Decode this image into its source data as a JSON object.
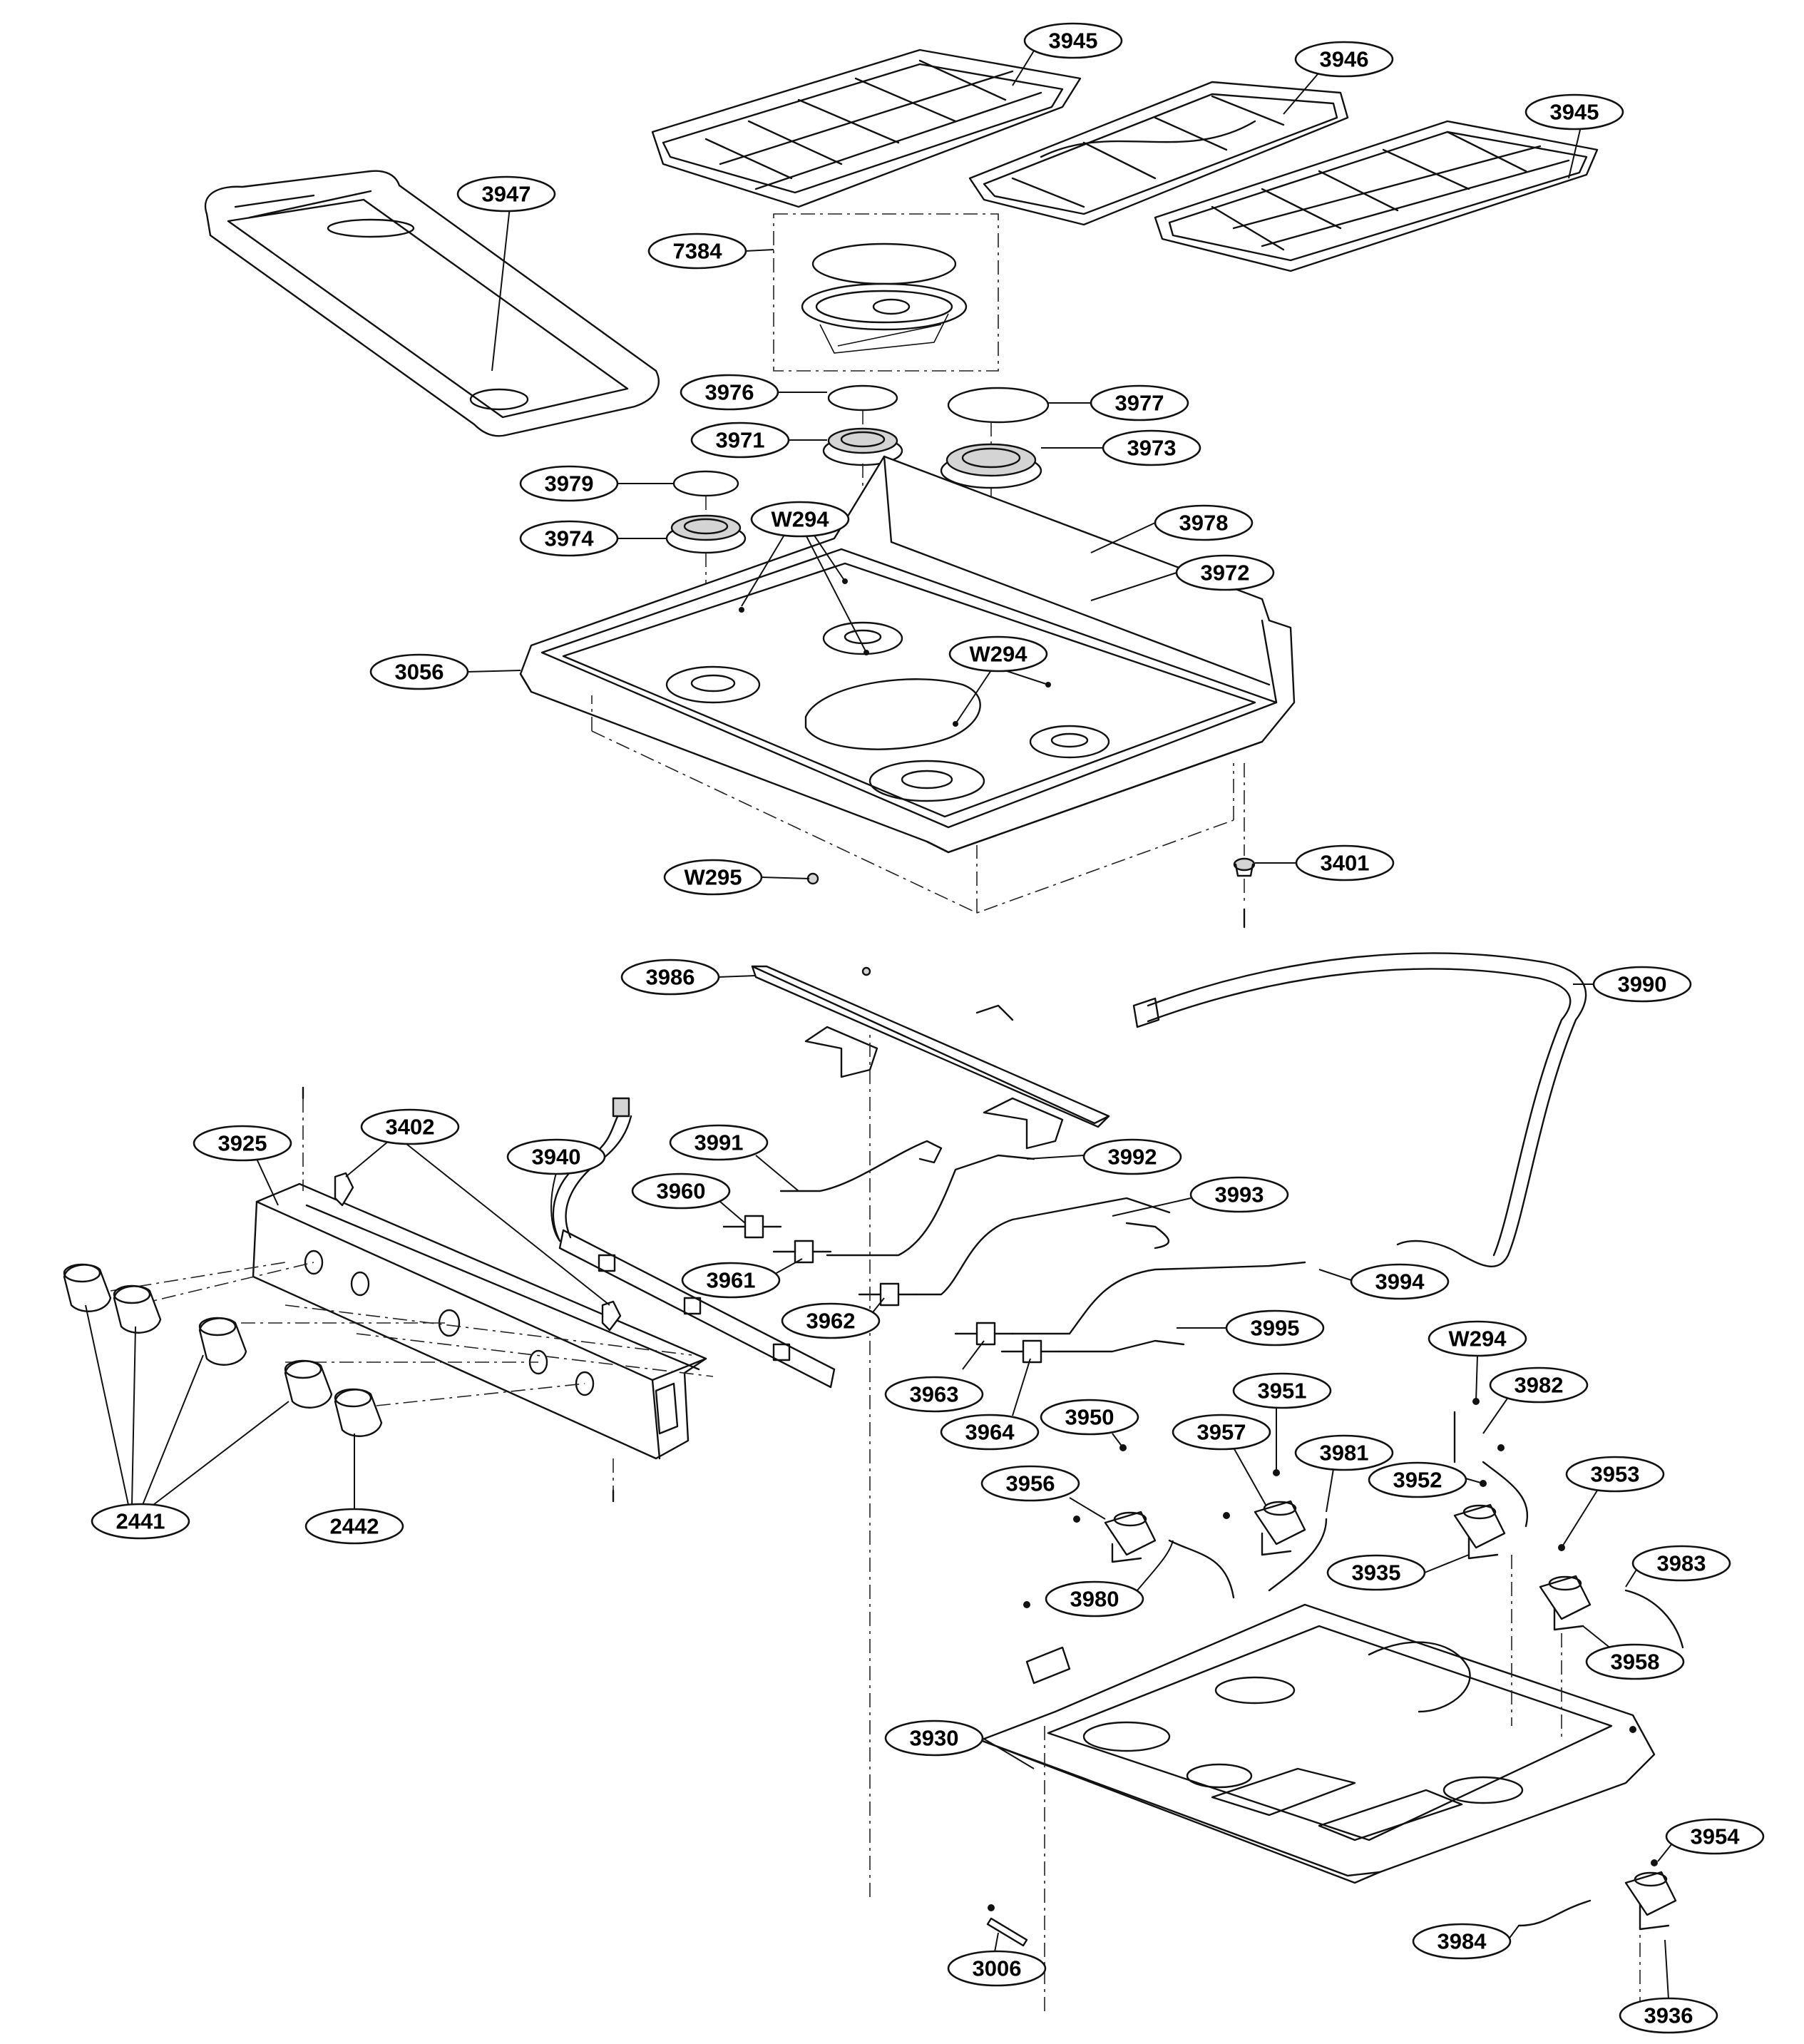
{
  "diagram": {
    "callouts": [
      {
        "id": "c3945a",
        "label": "3945",
        "to": [
          1420,
          120
        ]
      },
      {
        "id": "c3946",
        "label": "3946",
        "to": [
          1800,
          160
        ]
      },
      {
        "id": "c3945b",
        "label": "3945",
        "to": [
          2200,
          250
        ]
      },
      {
        "id": "c3947",
        "label": "3947",
        "to": [
          690,
          520
        ]
      },
      {
        "id": "c7384",
        "label": "7384",
        "to": [
          1085,
          350
        ]
      },
      {
        "id": "c3976",
        "label": "3976",
        "to": [
          1150,
          550
        ]
      },
      {
        "id": "c3977",
        "label": "3977",
        "to": [
          1450,
          565
        ]
      },
      {
        "id": "c3971",
        "label": "3971",
        "to": [
          1150,
          615
        ]
      },
      {
        "id": "c3973",
        "label": "3973",
        "to": [
          1470,
          628
        ]
      },
      {
        "id": "c3979",
        "label": "3979",
        "to": [
          950,
          678
        ]
      },
      {
        "id": "c3974",
        "label": "3974",
        "to": [
          940,
          755
        ]
      },
      {
        "id": "c3978",
        "label": "3978",
        "to": [
          1530,
          775
        ]
      },
      {
        "id": "c3972",
        "label": "3972",
        "to": [
          1530,
          842
        ]
      },
      {
        "id": "cW294a",
        "label": "W294",
        "to": [
          1040,
          850
        ]
      },
      {
        "id": "c3056",
        "label": "3056",
        "to": [
          730,
          940
        ]
      },
      {
        "id": "cW294b",
        "label": "W294",
        "to": [
          1470,
          950
        ]
      },
      {
        "id": "c3401",
        "label": "3401",
        "to": [
          1760,
          1208
        ]
      },
      {
        "id": "cW295",
        "label": "W295",
        "to": [
          1135,
          1230
        ]
      },
      {
        "id": "c3986",
        "label": "3986",
        "to": [
          1060,
          1368
        ]
      },
      {
        "id": "c3990",
        "label": "3990",
        "to": [
          2180,
          1378
        ]
      },
      {
        "id": "c3925",
        "label": "3925",
        "to": [
          390,
          1690
        ]
      },
      {
        "id": "c3402",
        "label": "3402",
        "to": [
          480,
          1660
        ]
      },
      {
        "id": "c3940",
        "label": "3940",
        "to": [
          780,
          1690
        ]
      },
      {
        "id": "c3991",
        "label": "3991",
        "to": [
          1120,
          1670
        ]
      },
      {
        "id": "c3992",
        "label": "3992",
        "to": [
          1440,
          1625
        ]
      },
      {
        "id": "c3960",
        "label": "3960",
        "to": [
          1040,
          1720
        ]
      },
      {
        "id": "c3993",
        "label": "3993",
        "to": [
          1560,
          1705
        ]
      },
      {
        "id": "c3961",
        "label": "3961",
        "to": [
          1110,
          1760
        ]
      },
      {
        "id": "c3994",
        "label": "3994",
        "to": [
          1850,
          1770
        ]
      },
      {
        "id": "c3962",
        "label": "3962",
        "to": [
          1235,
          1820
        ]
      },
      {
        "id": "c3995",
        "label": "3995",
        "to": [
          1650,
          1855
        ]
      },
      {
        "id": "cW294c",
        "label": "W294",
        "to": [
          2070,
          1965
        ]
      },
      {
        "id": "c3963",
        "label": "3963",
        "to": [
          1375,
          1875
        ]
      },
      {
        "id": "c3982",
        "label": "3982",
        "to": [
          2080,
          2010
        ]
      },
      {
        "id": "c3951",
        "label": "3951",
        "to": [
          1790,
          2065
        ]
      },
      {
        "id": "c3950",
        "label": "3950",
        "to": [
          1575,
          2030
        ]
      },
      {
        "id": "c3964",
        "label": "3964",
        "to": [
          1440,
          1895
        ]
      },
      {
        "id": "c3957",
        "label": "3957",
        "to": [
          1760,
          2090
        ]
      },
      {
        "id": "c3981",
        "label": "3981",
        "to": [
          1855,
          2120
        ]
      },
      {
        "id": "c3956",
        "label": "3956",
        "to": [
          1555,
          2100
        ]
      },
      {
        "id": "c3952",
        "label": "3952",
        "to": [
          2075,
          2080
        ]
      },
      {
        "id": "c3953",
        "label": "3953",
        "to": [
          2200,
          2170
        ]
      },
      {
        "id": "c3935",
        "label": "3935",
        "to": [
          2060,
          2180
        ]
      },
      {
        "id": "c3983",
        "label": "3983",
        "to": [
          2280,
          2225
        ]
      },
      {
        "id": "c3980",
        "label": "3980",
        "to": [
          1640,
          2160
        ]
      },
      {
        "id": "c3958",
        "label": "3958",
        "to": [
          2200,
          2270
        ]
      },
      {
        "id": "c3930",
        "label": "3930",
        "to": [
          1450,
          2480
        ]
      },
      {
        "id": "c2441",
        "label": "2441",
        "to": [
          130,
          1850
        ]
      },
      {
        "id": "c2442",
        "label": "2442",
        "to": [
          505,
          2010
        ]
      },
      {
        "id": "c3954",
        "label": "3954",
        "to": [
          2325,
          2610
        ]
      },
      {
        "id": "c3006",
        "label": "3006",
        "to": [
          1390,
          2690
        ]
      },
      {
        "id": "c3984",
        "label": "3984",
        "to": [
          2205,
          2660
        ]
      },
      {
        "id": "c3936",
        "label": "3936",
        "to": [
          2335,
          2720
        ]
      }
    ]
  }
}
